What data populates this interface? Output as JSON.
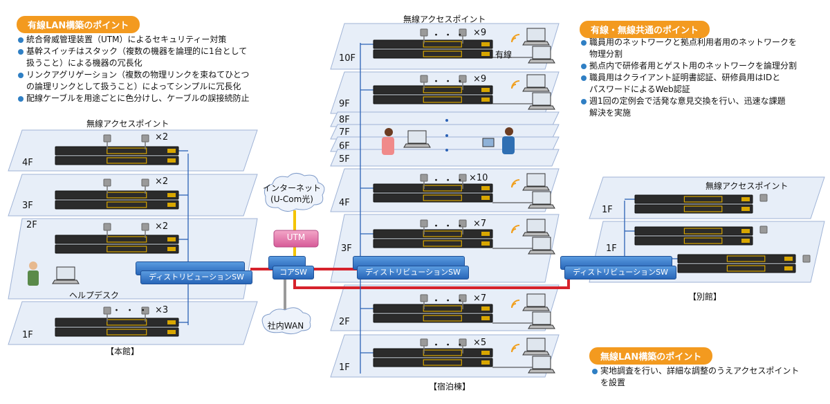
{
  "wired_points": {
    "title": "有線LAN構築のポイント",
    "items": [
      "統合脅威管理装置（UTM）によるセキュリティー対策",
      "基幹スイッチはスタック（複数の機器を論理的に1台として",
      "扱うこと）による機器の冗長化",
      "リンクアグリゲーション（複数の物理リンクを束ねてひとつ",
      "の論理リンクとして扱うこと）によってシンプルに冗長化",
      "配線ケーブルを用途ごとに色分けし、ケーブルの誤接続防止"
    ]
  },
  "common_points": {
    "title": "有線・無線共通のポイント",
    "items": [
      "職員用のネットワークと拠点利用者用のネットワークを",
      "物理分割",
      "拠点内で研修者用とゲスト用のネットワークを論理分割",
      "職員用はクライアント証明書認証、研修員用はIDと",
      "パスワードによるWeb認証",
      "週1回の定例会で活発な意見交換を行い、迅速な課題",
      "解決を実施"
    ]
  },
  "wireless_points": {
    "title": "無線LAN構築のポイント",
    "items": [
      "実地調査を行い、詳細な調整のうえアクセスポイント",
      "を設置"
    ]
  },
  "main_building": {
    "ap_label": "無線アクセスポイント",
    "caption": "【本館】",
    "dist_switch": "ディストリビューションSW",
    "helpdesk": "ヘルプデスク",
    "floors": [
      {
        "label": "4F",
        "count": "×2"
      },
      {
        "label": "3F",
        "count": "×2"
      },
      {
        "label": "2F",
        "count": "×2"
      },
      {
        "label": "1F",
        "count": "×3"
      }
    ]
  },
  "core": {
    "internet": "インターネット",
    "internet_sub": "(U-Com光)",
    "utm": "UTM",
    "core_switch": "コアSW",
    "wan": "社内WAN"
  },
  "lodging": {
    "ap_label": "無線アクセスポイント",
    "caption": "【宿泊棟】",
    "dist_switch": "ディストリビューションSW",
    "wired_label": "有線",
    "dots": "・ ・ ・",
    "floors": [
      {
        "label": "10F",
        "count": "×9"
      },
      {
        "label": "9F",
        "count": "×9"
      },
      {
        "label": "8F"
      },
      {
        "label": "7F"
      },
      {
        "label": "6F"
      },
      {
        "label": "5F"
      },
      {
        "label": "4F",
        "count": "×10"
      },
      {
        "label": "3F",
        "count": "×7"
      },
      {
        "label": "2F",
        "count": "×7"
      },
      {
        "label": "1F",
        "count": "×5"
      }
    ]
  },
  "annex": {
    "ap_label": "無線アクセスポイント",
    "caption": "【別館】",
    "dist_switch": "ディストリビューションSW",
    "floors": [
      {
        "label": "1F"
      },
      {
        "label": "1F"
      }
    ]
  },
  "colors": {
    "floor_fill": "#e7eef8",
    "floor_edge": "#9fb3d6",
    "trunk": "#d6222c",
    "uplink": "#f4c400",
    "wan_line": "#9a9a9a",
    "blue_line": "#2a61b5",
    "header": "#f39a1f"
  }
}
